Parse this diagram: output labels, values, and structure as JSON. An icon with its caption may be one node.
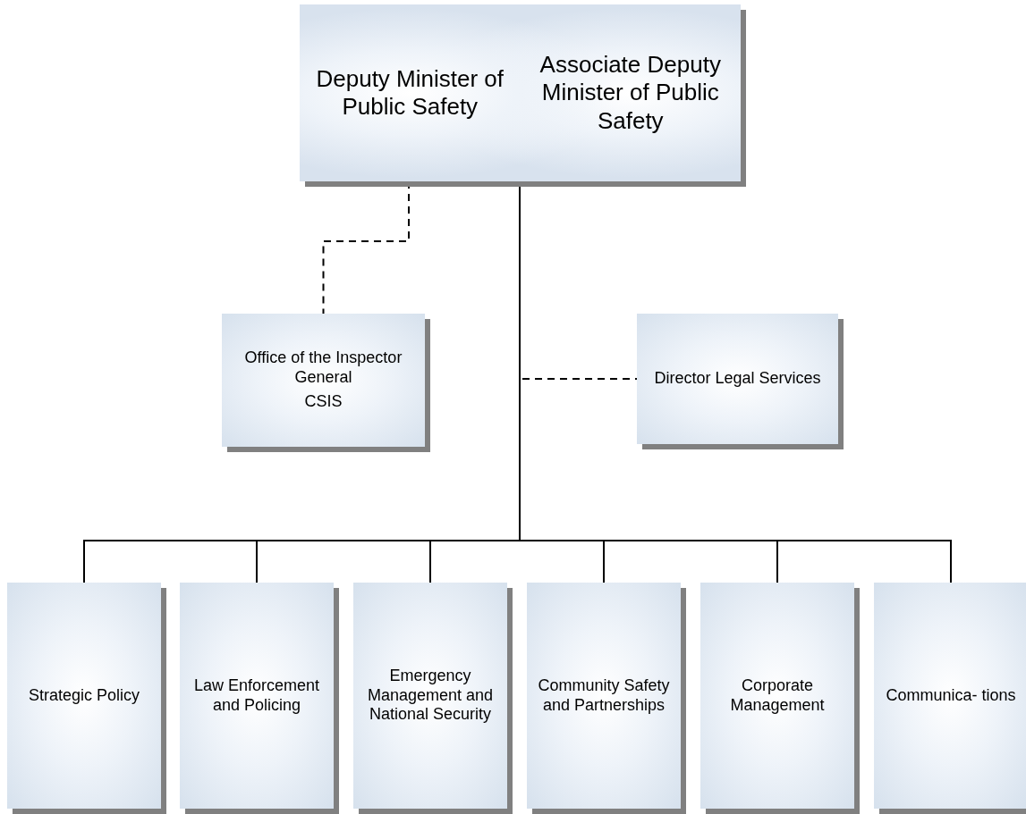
{
  "diagram": {
    "nodes": [
      {
        "text": [
          "Deputy Minister of Public Safety",
          "Associate Deputy Minister of Public Safety"
        ]
      },
      {
        "text": [
          "Office of the Inspector General",
          "CSIS"
        ]
      },
      {
        "text": [
          "Director Legal Services"
        ]
      },
      {
        "text": [
          "Strategic Policy"
        ]
      },
      {
        "text": [
          "Law Enforcement and Policing"
        ]
      },
      {
        "text": [
          "Emergency Management and National Security"
        ]
      },
      {
        "text": [
          "Community Safety and Partnerships"
        ]
      },
      {
        "text": [
          "Corporate Management"
        ]
      },
      {
        "text": [
          "Communica- tions"
        ]
      }
    ],
    "edges": [
      {
        "from": 0,
        "to": 1,
        "arrow": "none",
        "style": "dashed"
      },
      {
        "from": 0,
        "to": 2,
        "arrow": "none",
        "style": "dashed"
      },
      {
        "from": 0,
        "to": 3,
        "arrow": "none"
      },
      {
        "from": 0,
        "to": 4,
        "arrow": "none"
      },
      {
        "from": 0,
        "to": 5,
        "arrow": "none"
      },
      {
        "from": 0,
        "to": 6,
        "arrow": "none"
      },
      {
        "from": 0,
        "to": 7,
        "arrow": "none"
      },
      {
        "from": 0,
        "to": 8,
        "arrow": "none"
      }
    ]
  }
}
